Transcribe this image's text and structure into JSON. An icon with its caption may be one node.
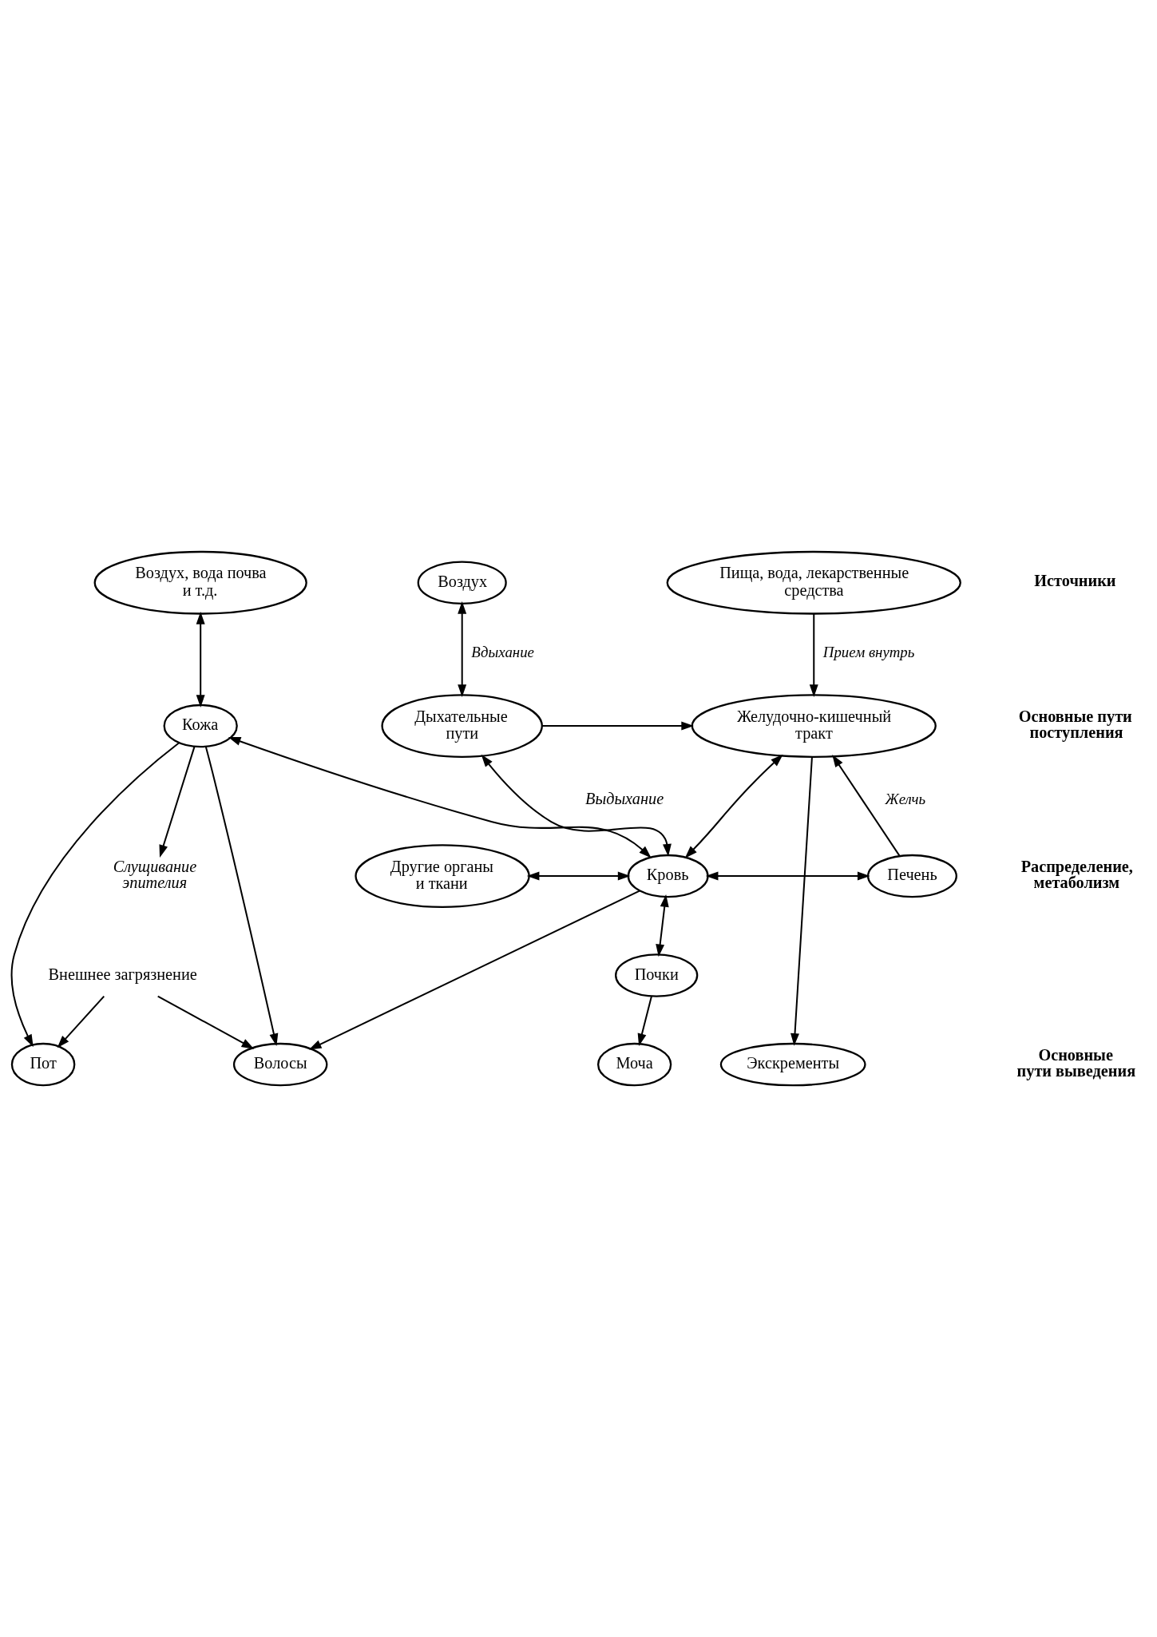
{
  "diagram": {
    "nodes": [
      {
        "text": [
          "Воздух, вода почва и т.д."
        ]
      },
      {
        "text": [
          "Воздух"
        ]
      },
      {
        "text": [
          "Пища, вода, лекарственные средства"
        ]
      },
      {
        "text": [
          "Кожа"
        ]
      },
      {
        "text": [
          "Дыхательные пути"
        ]
      },
      {
        "text": [
          "Желудочно-кишечный тракт"
        ]
      },
      {
        "text": [
          "Слущивание эпителия"
        ]
      },
      {
        "text": [
          "Другие органы и ткани"
        ]
      },
      {
        "text": [
          "Кровь"
        ]
      },
      {
        "text": [
          "Печень"
        ]
      },
      {
        "text": [
          "Почки"
        ]
      },
      {
        "text": [
          "Пот"
        ]
      },
      {
        "text": [
          "Волосы"
        ]
      },
      {
        "text": [
          "Моча"
        ]
      },
      {
        "text": [
          "Экскременты"
        ]
      },
      {
        "text": [
          "Внешнее загрязнение"
        ]
      }
    ],
    "edges": [
      {
        "from": 0,
        "to": 3,
        "arrow": "both"
      },
      {
        "from": 1,
        "to": 4,
        "arrow": "both",
        "label": "Вдыхание"
      },
      {
        "from": 2,
        "to": 5,
        "arrow": "to",
        "label": "Прием внутрь"
      },
      {
        "from": 3,
        "to": 6,
        "arrow": "to"
      },
      {
        "from": 3,
        "to": 8,
        "arrow": "both"
      },
      {
        "from": 4,
        "to": 5,
        "arrow": "to"
      },
      {
        "from": 4,
        "to": 8,
        "arrow": "both"
      },
      {
        "from": 5,
        "to": 8,
        "arrow": "both"
      },
      {
        "from": 9,
        "to": 5,
        "arrow": "to",
        "label": "Желчь"
      },
      {
        "from": 7,
        "to": 8,
        "arrow": "both"
      },
      {
        "from": 8,
        "to": 9,
        "arrow": "both"
      },
      {
        "from": 3,
        "to": 11,
        "arrow": "to"
      },
      {
        "from": 3,
        "to": 12,
        "arrow": "to"
      },
      {
        "from": 8,
        "to": 12,
        "arrow": "to"
      },
      {
        "from": 8,
        "to": 10,
        "arrow": "both"
      },
      {
        "from": 10,
        "to": 13,
        "arrow": "to"
      },
      {
        "from": 5,
        "to": 14,
        "arrow": "to"
      },
      {
        "from": 15,
        "to": 11,
        "arrow": "to"
      },
      {
        "from": 15,
        "to": 12,
        "arrow": "to"
      }
    ],
    "labels": [
      "Выдыхание",
      "Источники",
      "Основные пути поступления",
      "Распределение, метаболизм",
      "Основные пути выведения"
    ]
  }
}
